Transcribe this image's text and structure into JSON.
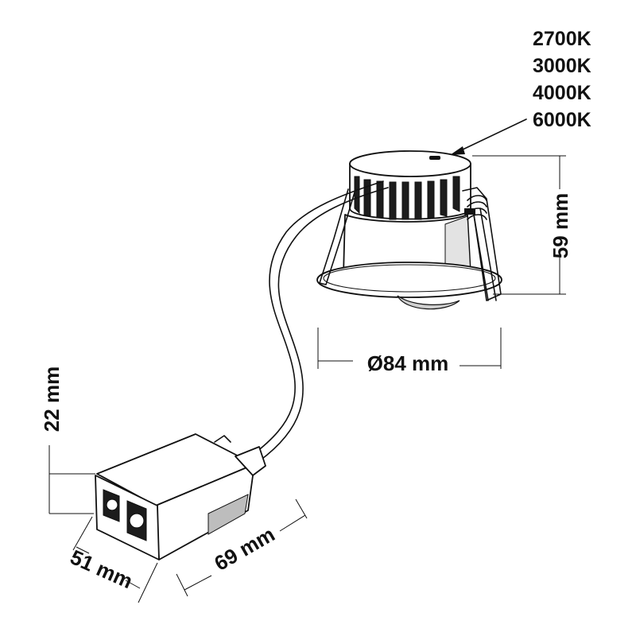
{
  "color_temperatures": [
    "2700K",
    "3000K",
    "4000K",
    "6000K"
  ],
  "dimensions": {
    "height": "59 mm",
    "diameter": "Ø84 mm",
    "box_height": "22 mm",
    "box_width": "51 mm",
    "box_length": "69 mm"
  }
}
